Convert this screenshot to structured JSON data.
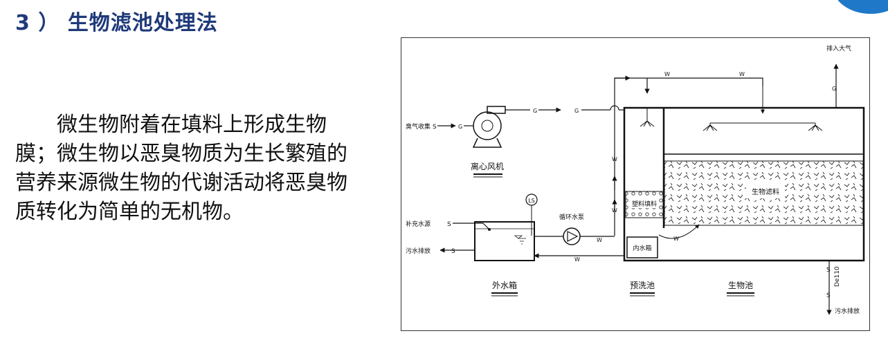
{
  "page": {
    "title": "3 ） 生物滤池处理法",
    "description": "微生物附着在填料上形成生物膜；微生物以恶臭物质为生长繁殖的营养来源微生物的代谢活动将恶臭物质转化为简单的无机物。"
  },
  "diagram": {
    "labels": {
      "exhaust_air": "排入大气",
      "odor_gas": "臭气收集",
      "centrifugal_fan": "离心风机",
      "biofilter_media": "生物滤料",
      "plastic_packing": "塑料填料",
      "makeup_water": "补充水源",
      "sewage_discharge_left": "污水排放",
      "circulation_pump": "循环水泵",
      "inner_tank": "内水箱",
      "outer_tank": "外水箱",
      "prewash_tank": "预洗池",
      "bio_tank": "生物池",
      "pipe_size": "De110",
      "sewage_discharge_right": "污水排放",
      "level_switch": "LS"
    },
    "line_codes": {
      "gas": "G",
      "water": "W",
      "drain": "S"
    }
  },
  "colors": {
    "title": "#1f3a7a",
    "accent_corner": "#1f78c8",
    "line": "#111111"
  }
}
